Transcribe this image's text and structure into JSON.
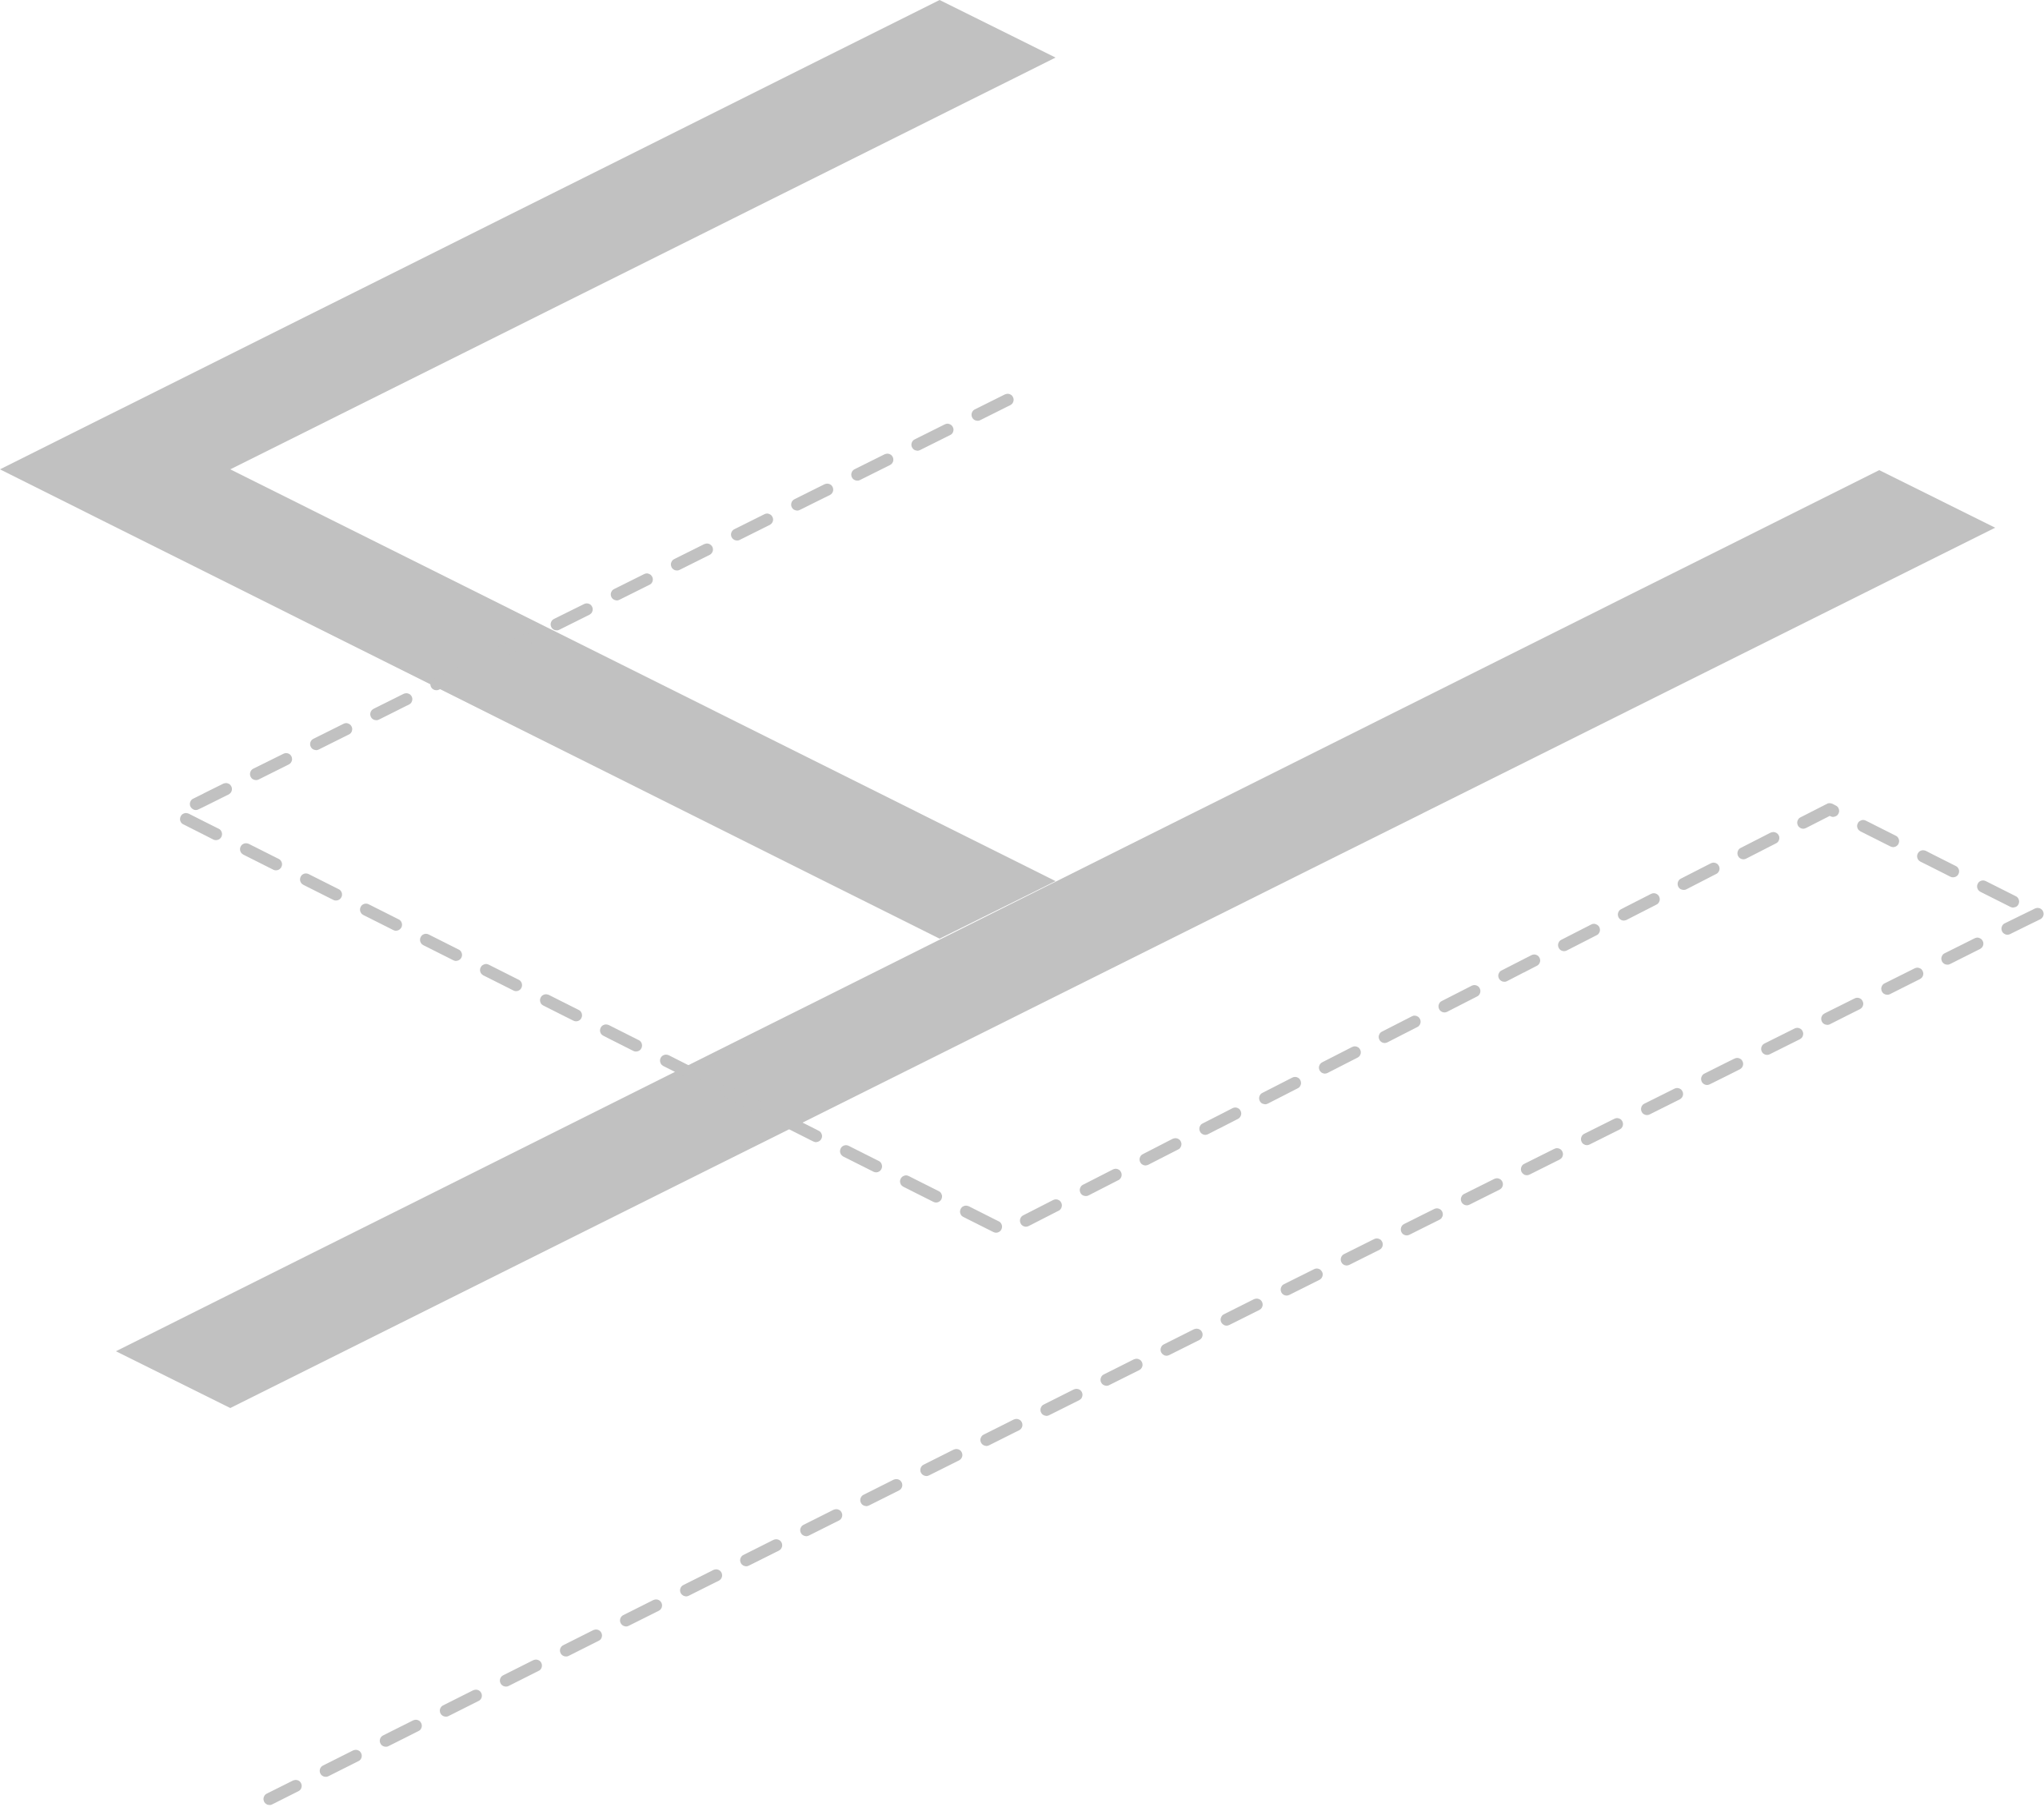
{
  "illustration": {
    "fill_color": "#c1c1c1",
    "stroke_color": "#c1c1c1",
    "background_color": "#ffffff",
    "solid_shapes": [
      "upper-chevron",
      "lower-band"
    ],
    "dashed_outlines": [
      "dashed-chevron",
      "dashed-band"
    ]
  }
}
